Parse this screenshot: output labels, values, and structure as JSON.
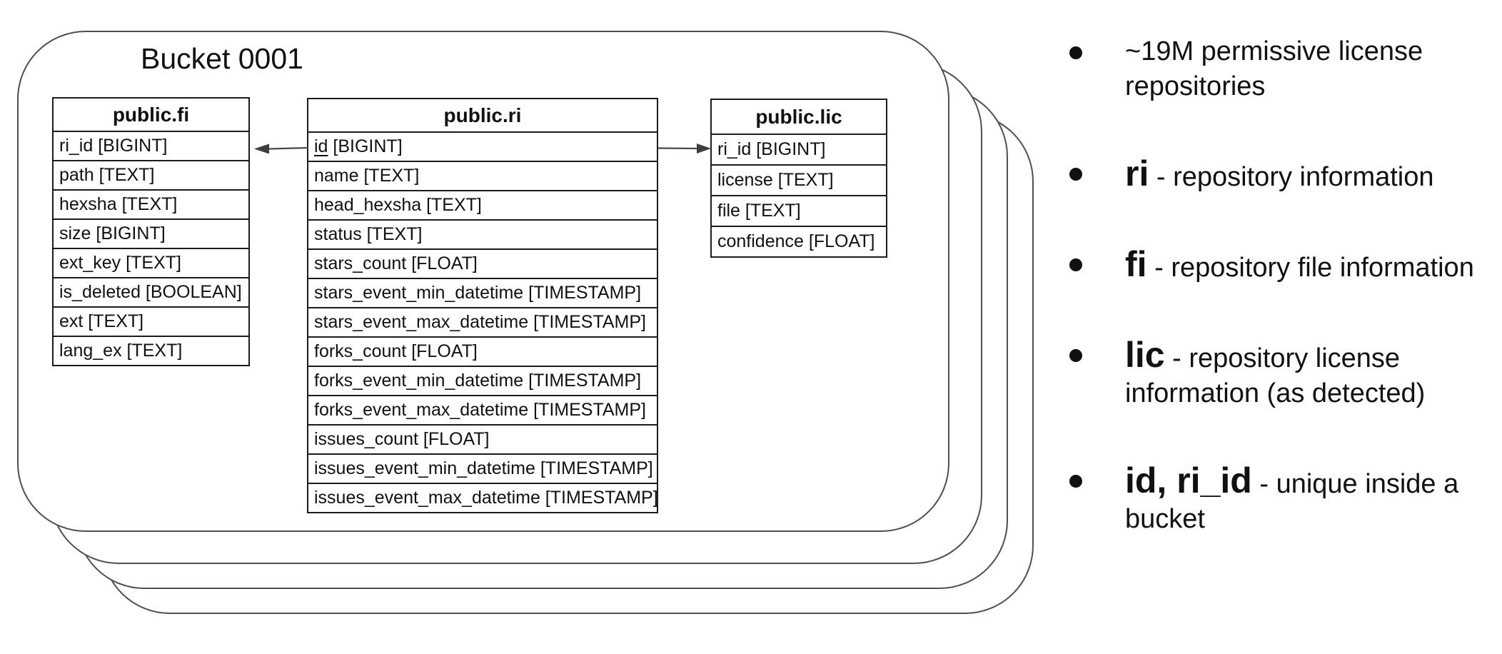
{
  "colors": {
    "background": "#ffffff",
    "card_border": "#4f4f4f",
    "table_border": "#1c1c1c",
    "text": "#111111",
    "arrow": "#4a4a4a"
  },
  "diagram": {
    "bucket_label": "Bucket 0001",
    "tables": [
      {
        "id": "fi",
        "title": "public.fi",
        "columns": [
          {
            "name": "ri_id",
            "type": "BIGINT",
            "pk": false
          },
          {
            "name": "path",
            "type": "TEXT",
            "pk": false
          },
          {
            "name": "hexsha",
            "type": "TEXT",
            "pk": false
          },
          {
            "name": "size",
            "type": "BIGINT",
            "pk": false
          },
          {
            "name": "ext_key",
            "type": "TEXT",
            "pk": false
          },
          {
            "name": "is_deleted",
            "type": "BOOLEAN",
            "pk": false
          },
          {
            "name": "ext",
            "type": "TEXT",
            "pk": false
          },
          {
            "name": "lang_ex",
            "type": "TEXT",
            "pk": false
          }
        ]
      },
      {
        "id": "ri",
        "title": "public.ri",
        "columns": [
          {
            "name": "id",
            "type": "BIGINT",
            "pk": true
          },
          {
            "name": "name",
            "type": "TEXT",
            "pk": false
          },
          {
            "name": "head_hexsha",
            "type": "TEXT",
            "pk": false
          },
          {
            "name": "status",
            "type": "TEXT",
            "pk": false
          },
          {
            "name": "stars_count",
            "type": "FLOAT",
            "pk": false
          },
          {
            "name": "stars_event_min_datetime",
            "type": "TIMESTAMP",
            "pk": false
          },
          {
            "name": "stars_event_max_datetime",
            "type": "TIMESTAMP",
            "pk": false
          },
          {
            "name": "forks_count",
            "type": "FLOAT",
            "pk": false
          },
          {
            "name": "forks_event_min_datetime",
            "type": "TIMESTAMP",
            "pk": false
          },
          {
            "name": "forks_event_max_datetime",
            "type": "TIMESTAMP",
            "pk": false
          },
          {
            "name": "issues_count",
            "type": "FLOAT",
            "pk": false
          },
          {
            "name": "issues_event_min_datetime",
            "type": "TIMESTAMP",
            "pk": false
          },
          {
            "name": "issues_event_max_datetime",
            "type": "TIMESTAMP",
            "pk": false
          }
        ]
      },
      {
        "id": "lic",
        "title": "public.lic",
        "columns": [
          {
            "name": "ri_id",
            "type": "BIGINT",
            "pk": false
          },
          {
            "name": "license",
            "type": "TEXT",
            "pk": false
          },
          {
            "name": "file",
            "type": "TEXT",
            "pk": false
          },
          {
            "name": "confidence",
            "type": "FLOAT",
            "pk": false
          }
        ]
      }
    ],
    "relations": [
      {
        "from": "public.ri.id",
        "to": "public.fi.ri_id"
      },
      {
        "from": "public.ri.id",
        "to": "public.lic.ri_id"
      }
    ]
  },
  "notes": {
    "items": [
      {
        "term": "",
        "text": "~19M permissive license repositories"
      },
      {
        "term": "ri",
        "text": "- repository information"
      },
      {
        "term": "fi",
        "text": " - repository file information"
      },
      {
        "term": "lic",
        "text": "- repository license information (as detected)"
      },
      {
        "term": "id, ri_id",
        "text": "- unique inside a bucket"
      }
    ]
  }
}
